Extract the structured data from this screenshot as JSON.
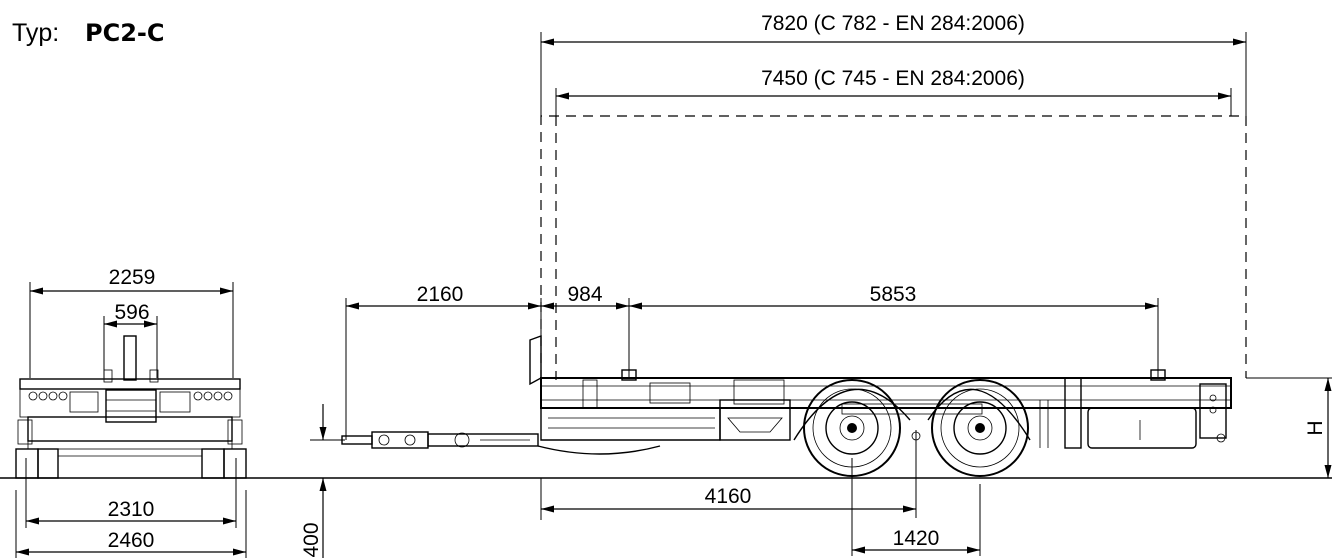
{
  "type_label": "Typ:",
  "type_value": "PC2-C",
  "dimensions": {
    "overall_7820": "7820 (C 782 - EN 284:2006)",
    "overall_7450": "7450 (C 745 - EN 284:2006)",
    "drawbar_2160": "2160",
    "front_984": "984",
    "span_5853": "5853",
    "wheelbase_4160": "4160",
    "axle_spread_1420": "1420",
    "width_2259": "2259",
    "lock_596": "596",
    "track_2310": "2310",
    "width_2460": "2460",
    "drawbar_height_400": "400",
    "height_H": "H"
  }
}
